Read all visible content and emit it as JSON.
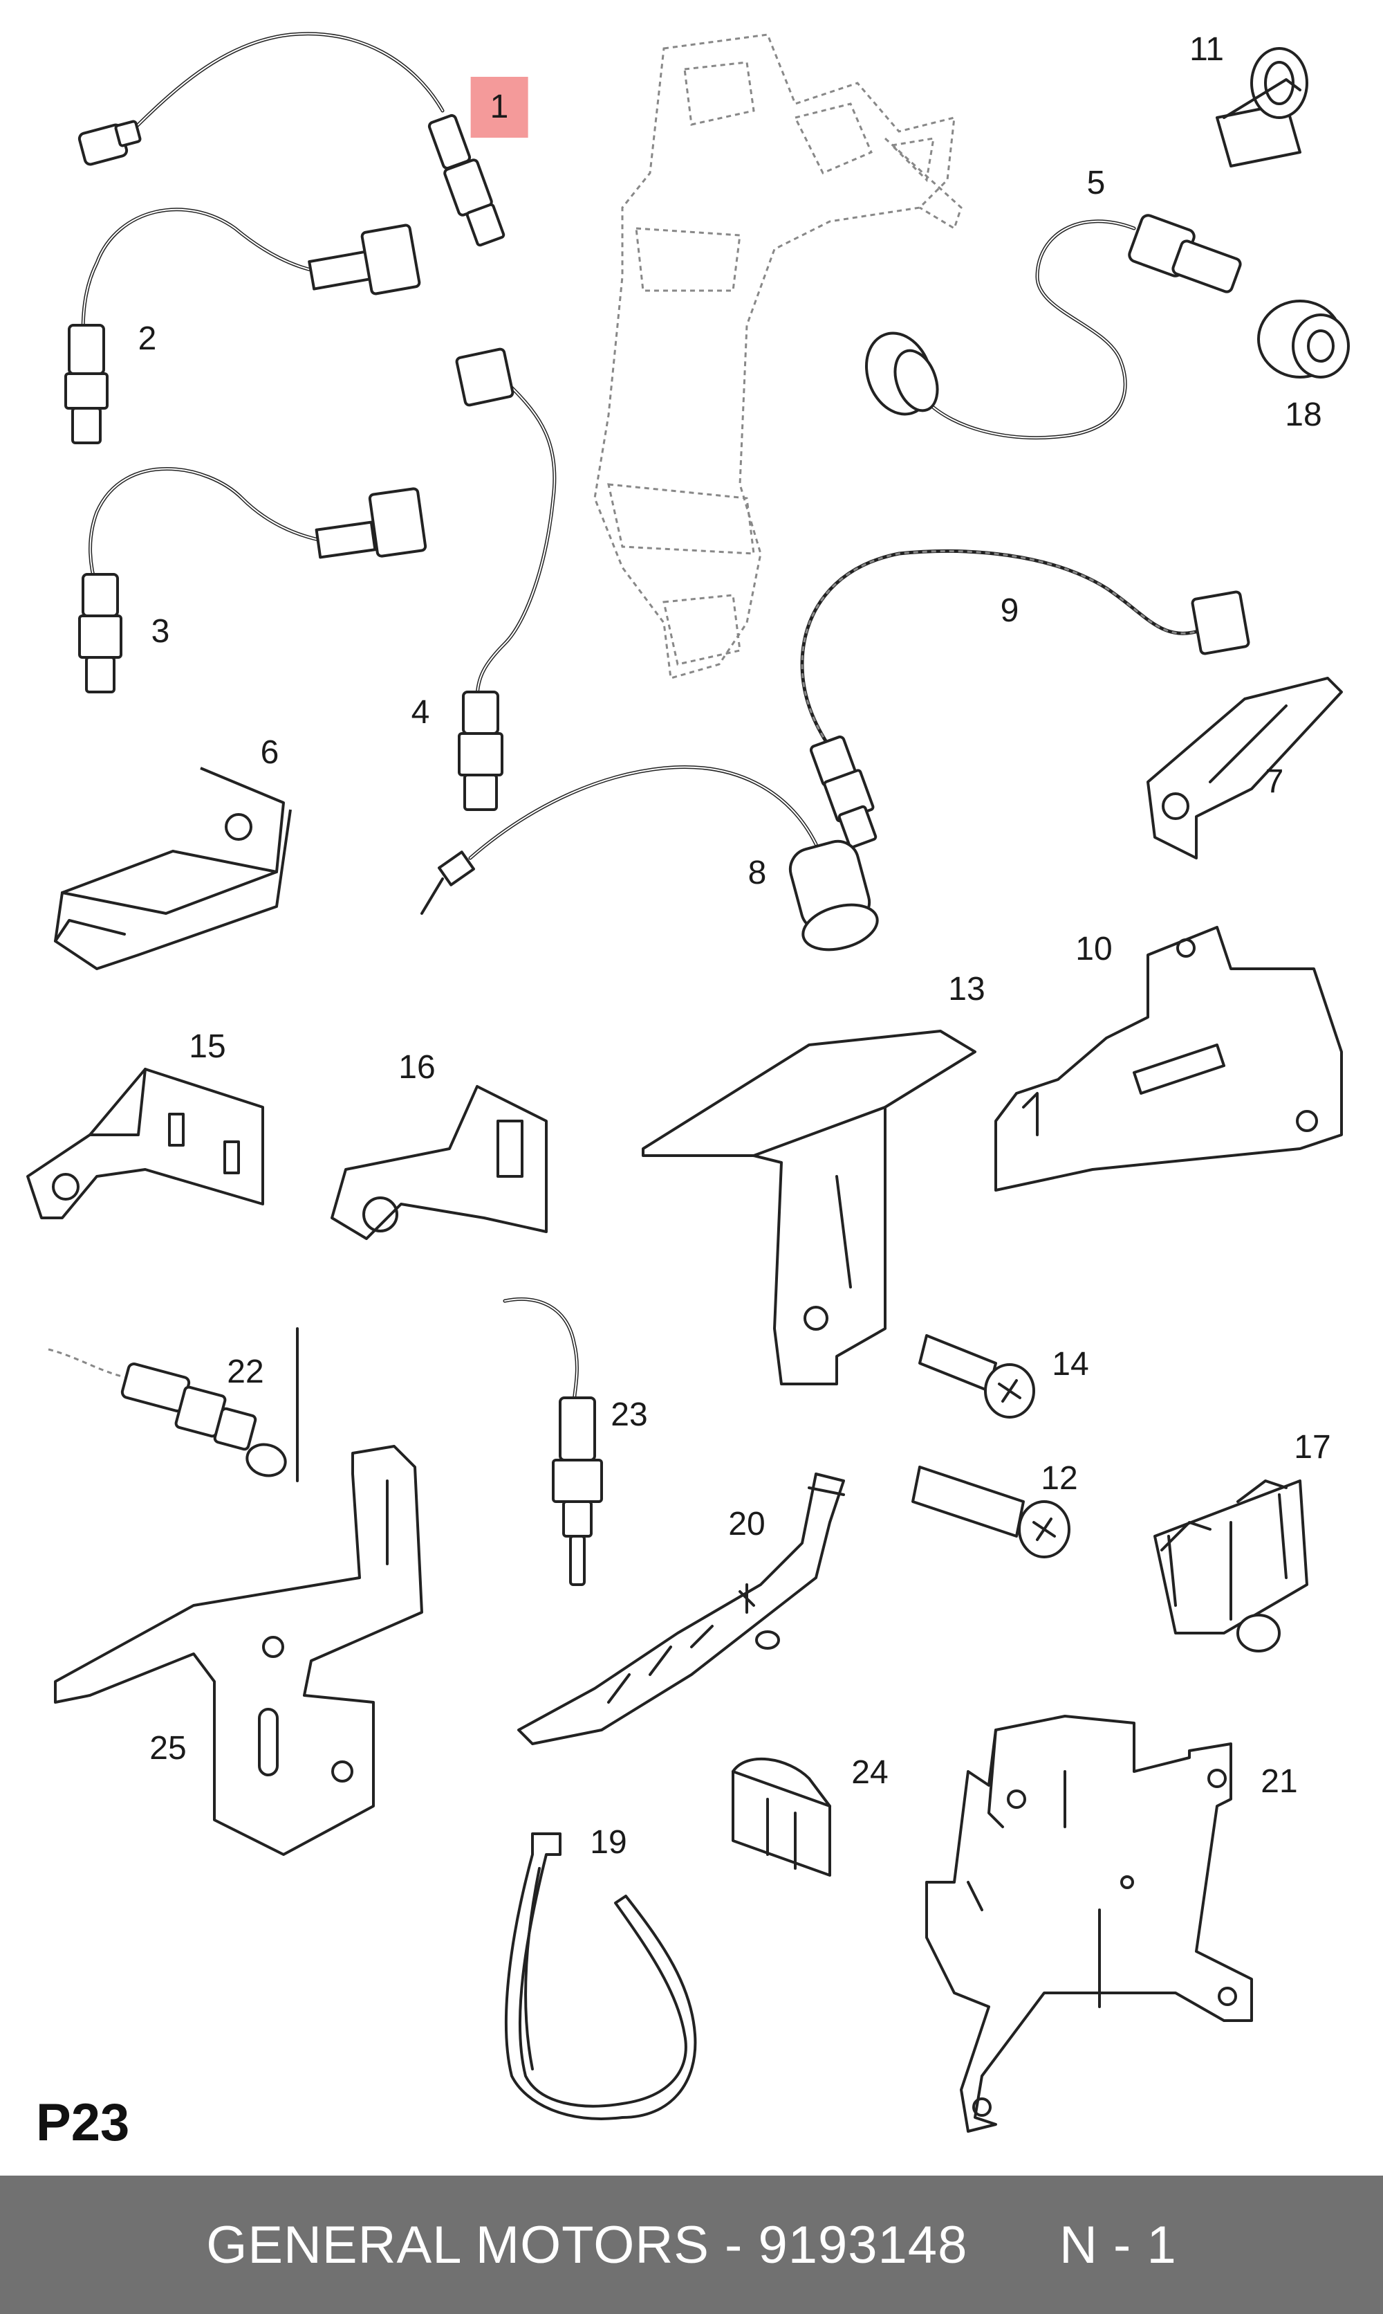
{
  "section_code": "P23",
  "footer": {
    "brand": "GENERAL MOTORS",
    "separator": " - ",
    "part_number": "9193148",
    "qualifier": "N - 1"
  },
  "callouts": [
    {
      "id": "1",
      "label": "1",
      "highlighted": true
    },
    {
      "id": "2",
      "label": "2"
    },
    {
      "id": "3",
      "label": "3"
    },
    {
      "id": "4",
      "label": "4"
    },
    {
      "id": "5",
      "label": "5"
    },
    {
      "id": "6",
      "label": "6"
    },
    {
      "id": "7",
      "label": "7"
    },
    {
      "id": "8",
      "label": "8"
    },
    {
      "id": "9",
      "label": "9"
    },
    {
      "id": "10",
      "label": "10"
    },
    {
      "id": "11",
      "label": "11"
    },
    {
      "id": "12",
      "label": "12"
    },
    {
      "id": "13",
      "label": "13"
    },
    {
      "id": "14",
      "label": "14"
    },
    {
      "id": "15",
      "label": "15"
    },
    {
      "id": "16",
      "label": "16"
    },
    {
      "id": "17",
      "label": "17"
    },
    {
      "id": "18",
      "label": "18"
    },
    {
      "id": "19",
      "label": "19"
    },
    {
      "id": "20",
      "label": "20"
    },
    {
      "id": "21",
      "label": "21"
    },
    {
      "id": "22",
      "label": "22"
    },
    {
      "id": "23",
      "label": "23"
    },
    {
      "id": "24",
      "label": "24"
    },
    {
      "id": "25",
      "label": "25"
    }
  ],
  "colors": {
    "highlight": "#f49a9a",
    "footer_bg": "#717171",
    "footer_text": "#ffffff",
    "line": "#222222"
  }
}
